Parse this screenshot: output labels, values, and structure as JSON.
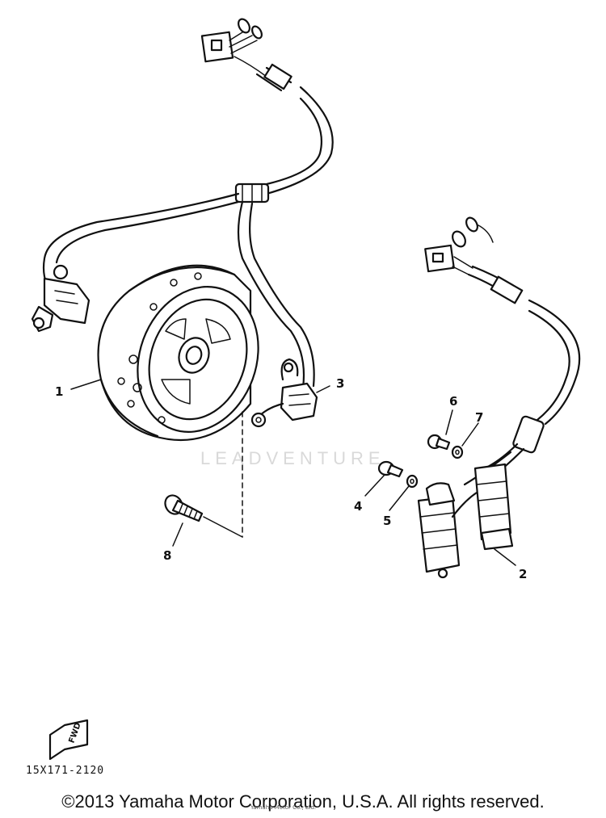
{
  "watermark": "LEADVENTURE",
  "callouts": {
    "c1": "1",
    "c2": "2",
    "c3": "3",
    "c4": "4",
    "c5": "5",
    "c6": "6",
    "c7": "7",
    "c8": "8"
  },
  "fwd_label": "FWD",
  "diagram_code": "15X171-2120",
  "copyright": "©2013 Yamaha Motor Corporation, U.S.A. All rights reserved.",
  "fineprint": "Yamaha Motor Co., Ltd."
}
